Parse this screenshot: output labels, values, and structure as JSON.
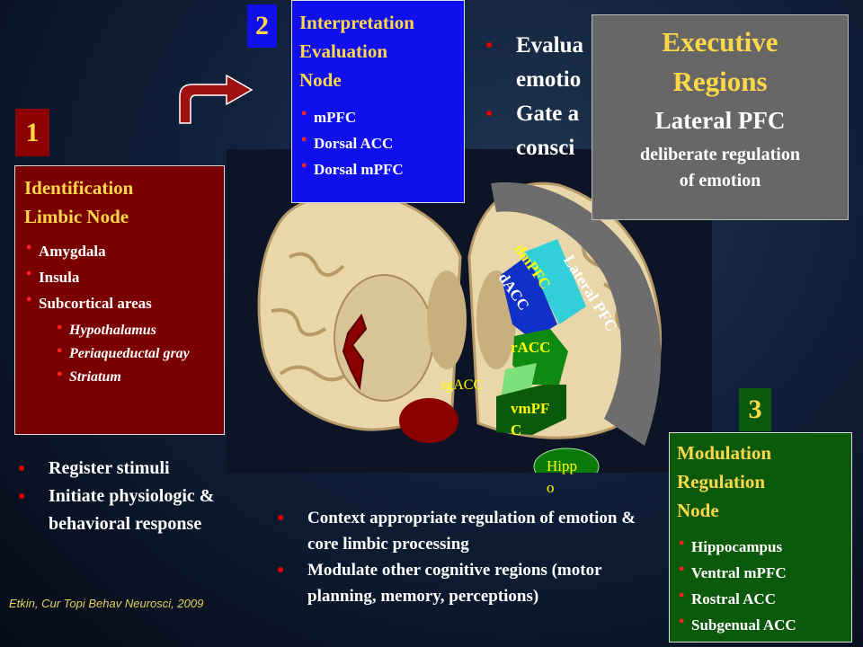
{
  "node1": {
    "number": "1",
    "title_line1": "Identification",
    "title_line2": "Limbic Node",
    "items": [
      "Amygdala",
      "Insula",
      "Subcortical areas"
    ],
    "subitems": [
      "Hypothalamus",
      "Periaqueductal gray",
      "Striatum"
    ],
    "functions": [
      "Register stimuli",
      "Initiate physiologic & behavioral response"
    ]
  },
  "node2": {
    "number": "2",
    "title_line1": "Interpretation",
    "title_line2": "Evaluation",
    "title_line3": "Node",
    "items": [
      "mPFC",
      "Dorsal ACC",
      "Dorsal mPFC"
    ],
    "functions_visible": [
      "Evalua",
      "emotio",
      "Gate a",
      "consci"
    ]
  },
  "executive": {
    "title_line1": "Executive",
    "title_line2": "Regions",
    "subtitle": "Lateral PFC",
    "desc_line1": "deliberate regulation",
    "desc_line2": "of emotion"
  },
  "node3": {
    "number": "3",
    "title_line1": "Modulation",
    "title_line2": "Regulation",
    "title_line3": "Node",
    "items": [
      "Hippocampus",
      "Ventral mPFC",
      "Rostral ACC",
      "Subgenual ACC"
    ],
    "functions": [
      "Context appropriate regulation of emotion & core limbic processing",
      "Modulate other cognitive regions (motor planning, memory, perceptions)"
    ]
  },
  "regions": {
    "lateral_pfc": "Lateral PFC",
    "dmpfc": "dmPFC",
    "dacc": "dACC",
    "racc": "rACC",
    "sgacc": "sgACC",
    "vmpfc_line1": "vmPF",
    "vmpfc_line2": "C",
    "hippo_line1": "Hipp",
    "hippo_line2": "o"
  },
  "citation": "Etkin, Cur Topi Behav Neurosci, 2009",
  "colors": {
    "limbic_box": "#7a0000",
    "interpretation_box": "#1010ee",
    "executive_box": "#676767",
    "modulation_box": "#0b5a0b",
    "title_yellow": "#ffd84a"
  }
}
